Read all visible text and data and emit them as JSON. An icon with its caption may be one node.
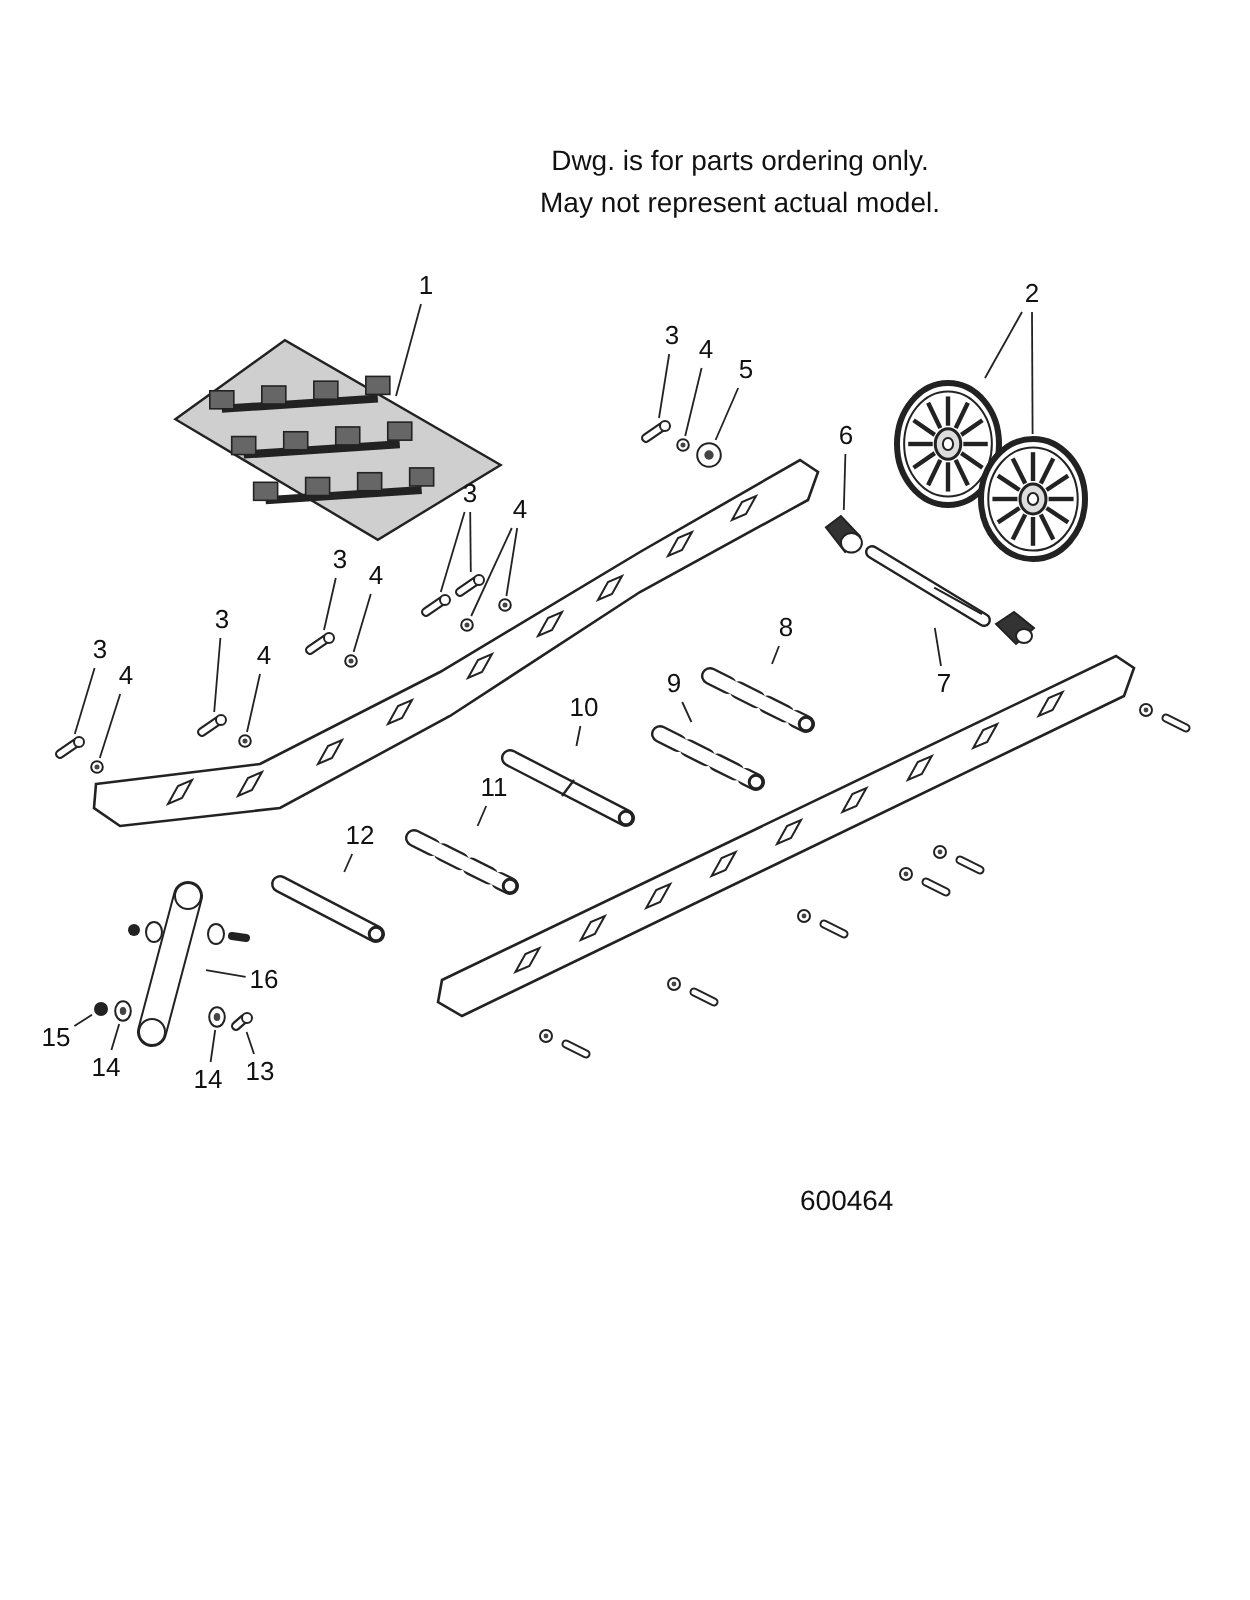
{
  "diagram": {
    "nodes": [
      {
        "text": [
          "1"
        ]
      },
      {
        "text": [],
        "shape": "picture"
      },
      {
        "text": [
          "2"
        ]
      },
      {
        "text": [],
        "shape": "picture"
      },
      {
        "text": [],
        "shape": "picture"
      },
      {
        "text": [
          "3"
        ]
      },
      {
        "text": [],
        "shape": "picture"
      },
      {
        "text": [
          "4"
        ]
      },
      {
        "text": [],
        "shape": "picture"
      },
      {
        "text": [
          "5"
        ]
      },
      {
        "text": [],
        "shape": "picture"
      },
      {
        "text": [
          "6"
        ]
      },
      {
        "text": [],
        "shape": "picture"
      },
      {
        "text": [
          "3"
        ]
      },
      {
        "text": [],
        "shape": "picture"
      },
      {
        "text": [],
        "shape": "picture"
      },
      {
        "text": [
          "4"
        ]
      },
      {
        "text": [],
        "shape": "picture"
      },
      {
        "text": [],
        "shape": "picture"
      },
      {
        "text": [
          "3"
        ]
      },
      {
        "text": [],
        "shape": "picture"
      },
      {
        "text": [
          "4"
        ]
      },
      {
        "text": [],
        "shape": "picture"
      },
      {
        "text": [
          "8"
        ]
      },
      {
        "text": [],
        "shape": "picture"
      },
      {
        "text": [
          "7"
        ]
      },
      {
        "text": [],
        "shape": "picture"
      },
      {
        "text": [
          "3"
        ]
      },
      {
        "text": [],
        "shape": "picture"
      },
      {
        "text": [
          "4"
        ]
      },
      {
        "text": [],
        "shape": "picture"
      },
      {
        "text": [
          "9"
        ]
      },
      {
        "text": [],
        "shape": "picture"
      },
      {
        "text": [
          "3"
        ]
      },
      {
        "text": [],
        "shape": "picture"
      },
      {
        "text": [
          "4"
        ]
      },
      {
        "text": [],
        "shape": "picture"
      },
      {
        "text": [
          "10"
        ]
      },
      {
        "text": [],
        "shape": "picture"
      },
      {
        "text": [
          "11"
        ]
      },
      {
        "text": [],
        "shape": "picture"
      },
      {
        "text": [
          "12"
        ]
      },
      {
        "text": [],
        "shape": "picture"
      },
      {
        "text": [
          "16"
        ]
      },
      {
        "text": [],
        "shape": "picture"
      },
      {
        "text": [
          "15"
        ]
      },
      {
        "text": [],
        "shape": "circle"
      },
      {
        "text": [
          "14"
        ]
      },
      {
        "text": [],
        "shape": "picture"
      },
      {
        "text": [
          "14"
        ]
      },
      {
        "text": [],
        "shape": "picture"
      },
      {
        "text": [
          "13"
        ]
      },
      {
        "text": [],
        "shape": "picture"
      }
    ],
    "edges": [
      {
        "from": 0,
        "to": 1,
        "arrow": "none"
      },
      {
        "from": 2,
        "to": 3,
        "arrow": "none"
      },
      {
        "from": 2,
        "to": 4,
        "arrow": "none"
      },
      {
        "from": 5,
        "to": 6,
        "arrow": "none"
      },
      {
        "from": 7,
        "to": 8,
        "arrow": "none"
      },
      {
        "from": 9,
        "to": 10,
        "arrow": "none"
      },
      {
        "from": 11,
        "to": 12,
        "arrow": "none"
      },
      {
        "from": 13,
        "to": 14,
        "arrow": "none"
      },
      {
        "from": 13,
        "to": 15,
        "arrow": "none"
      },
      {
        "from": 16,
        "to": 17,
        "arrow": "none"
      },
      {
        "from": 16,
        "to": 18,
        "arrow": "none"
      },
      {
        "from": 19,
        "to": 20,
        "arrow": "none"
      },
      {
        "from": 21,
        "to": 22,
        "arrow": "none"
      },
      {
        "from": 23,
        "to": 24,
        "arrow": "none"
      },
      {
        "from": 25,
        "to": 26,
        "arrow": "none"
      },
      {
        "from": 27,
        "to": 28,
        "arrow": "none"
      },
      {
        "from": 29,
        "to": 30,
        "arrow": "none"
      },
      {
        "from": 31,
        "to": 32,
        "arrow": "none"
      },
      {
        "from": 33,
        "to": 34,
        "arrow": "none"
      },
      {
        "from": 35,
        "to": 36,
        "arrow": "none"
      },
      {
        "from": 37,
        "to": 38,
        "arrow": "none"
      },
      {
        "from": 39,
        "to": 40,
        "arrow": "none"
      },
      {
        "from": 41,
        "to": 42,
        "arrow": "none"
      },
      {
        "from": 43,
        "to": 44,
        "arrow": "none"
      },
      {
        "from": 45,
        "to": 46,
        "arrow": "none"
      },
      {
        "from": 47,
        "to": 48,
        "arrow": "none"
      },
      {
        "from": 49,
        "to": 50,
        "arrow": "none"
      },
      {
        "from": 51,
        "to": 52,
        "arrow": "none"
      }
    ],
    "labels": [
      "Dwg. is for parts ordering only. May not represent actual model.",
      "600464"
    ]
  }
}
